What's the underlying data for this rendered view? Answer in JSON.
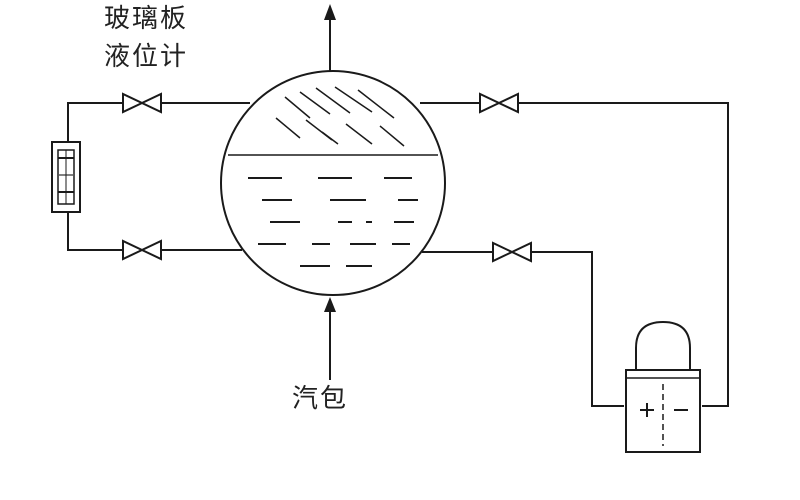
{
  "labels": {
    "gauge_line1": "玻璃板",
    "gauge_line2": "液位计",
    "inlet": "汽包"
  },
  "colors": {
    "ink": "#1a1a1a",
    "gray": "#555555",
    "background": "#ffffff"
  }
}
